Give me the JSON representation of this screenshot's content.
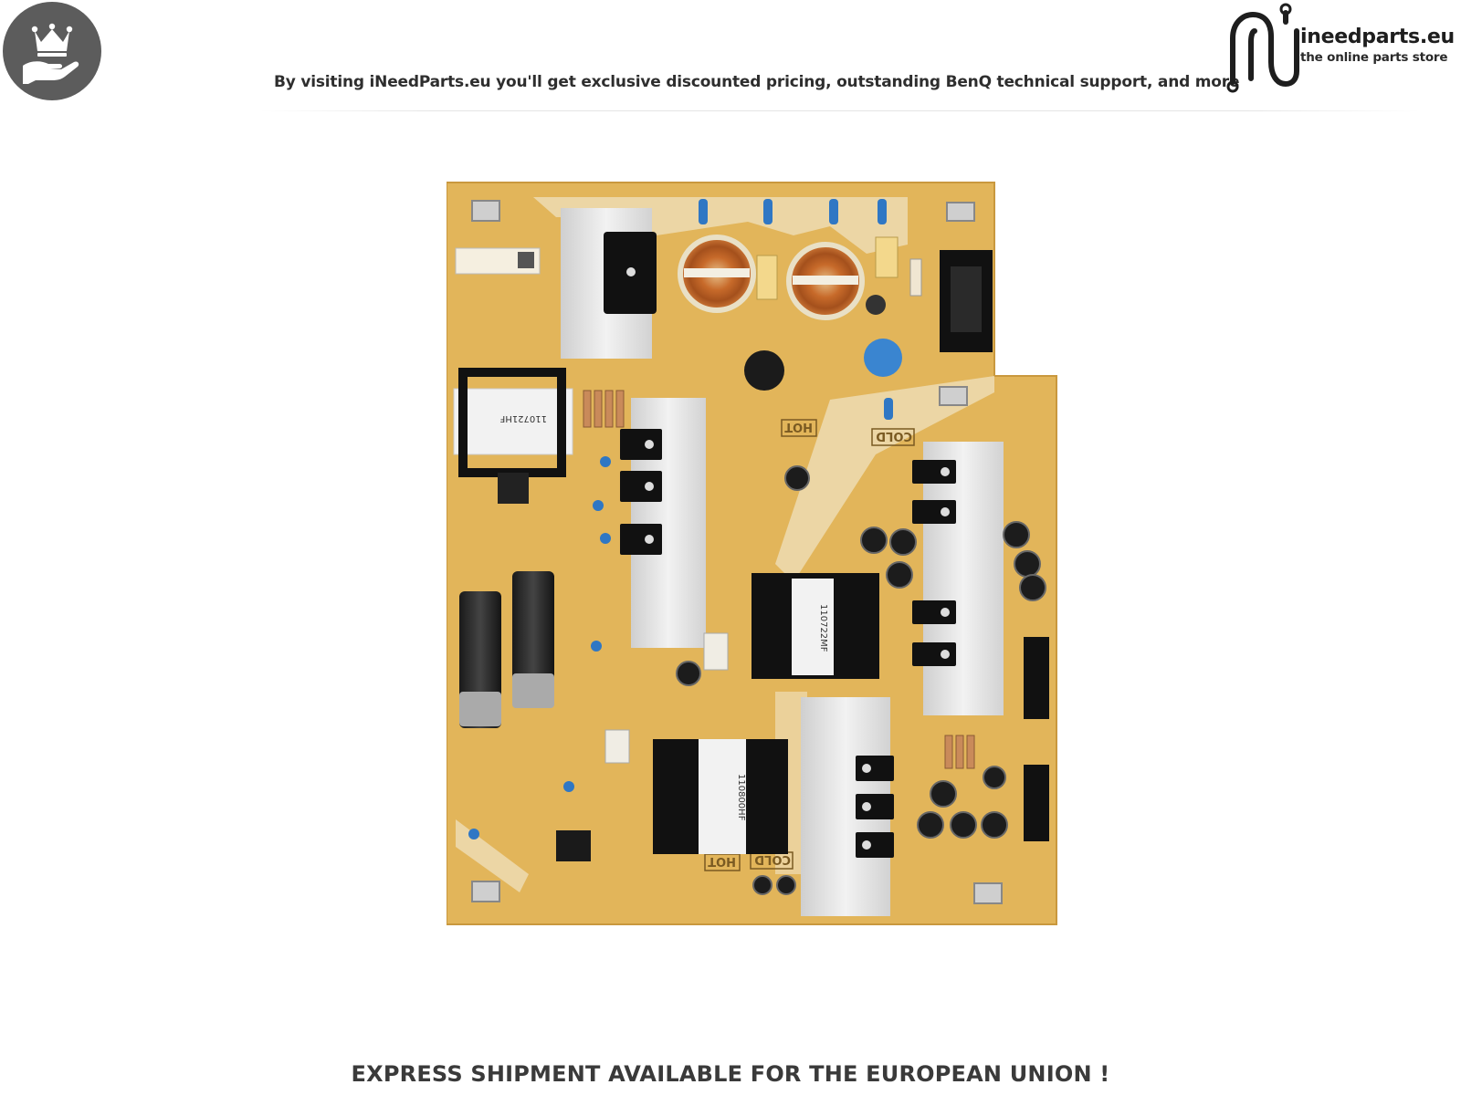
{
  "header": {
    "tagline": "By visiting iNeedParts.eu you'll get exclusive discounted pricing, outstanding BenQ technical support, and more",
    "badge_icon": "crown-hand-icon",
    "logo": {
      "name": "ineedparts.eu",
      "subtitle": "the online parts store",
      "icon": "ineedparts-logo-icon"
    }
  },
  "product": {
    "image": "power-supply-board",
    "board_text": {
      "hot_label": "HOT",
      "cold_label": "COLD",
      "transformer_codes": [
        "110721HF",
        "110722MF",
        "110800HF"
      ]
    }
  },
  "footer": {
    "notice": "EXPRESS SHIPMENT AVAILABLE FOR THE EUROPEAN UNION !"
  },
  "colors": {
    "badge_bg": "#5c5c5c",
    "pcb": "#e2b55a",
    "heatsink": "#e6e6e6",
    "text_dark": "#2e2e2e"
  }
}
